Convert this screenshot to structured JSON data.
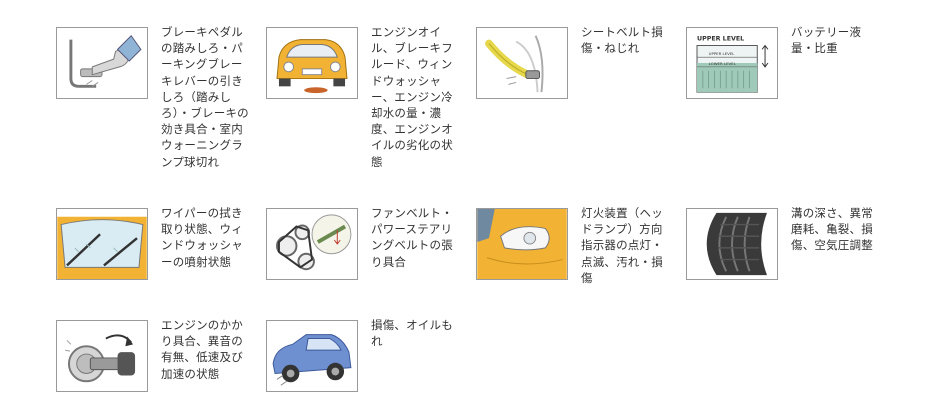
{
  "items": [
    {
      "label": "ブレーキペダルの踏みしろ・パーキングブレーキレバーの引きしろ（踏みしろ）・ブレーキの効き具合・室内ウォーニングランプ球切れ",
      "icon": "brake-pedal-icon"
    },
    {
      "label": "エンジンオイル、ブレーキフルード、ウィンドウォッシャー、エンジン冷却水の量・濃度、エンジンオイルの劣化の状態",
      "icon": "car-fluid-leak-icon"
    },
    {
      "label": "シートベルト損傷・ねじれ",
      "icon": "seat-belt-icon"
    },
    {
      "label": "バッテリー液量・比重",
      "icon": "battery-level-icon",
      "battery": {
        "upper": "UPPER LEVEL",
        "upper_small": "UPPER LEVEL",
        "lower": "LOWER LEVEL"
      }
    },
    {
      "label": "ワイパーの拭き取り状態、ウィンドウォッシャーの噴射状態",
      "icon": "wiper-icon"
    },
    {
      "label": "ファンベルト・パワーステアリングベルトの張り具合",
      "icon": "fan-belt-icon"
    },
    {
      "label": "灯火装置（ヘッドランプ）方向指示器の点灯・点滅、汚れ・損傷",
      "icon": "headlamp-icon"
    },
    {
      "label": "溝の深さ、異常磨耗、亀裂、損傷、空気圧調整",
      "icon": "tire-icon"
    },
    {
      "label": "エンジンのかかり具合、異音の有無、低速及び加速の状態",
      "icon": "ignition-key-icon"
    },
    {
      "label": "損傷、オイルもれ",
      "icon": "car-underbody-icon"
    }
  ]
}
